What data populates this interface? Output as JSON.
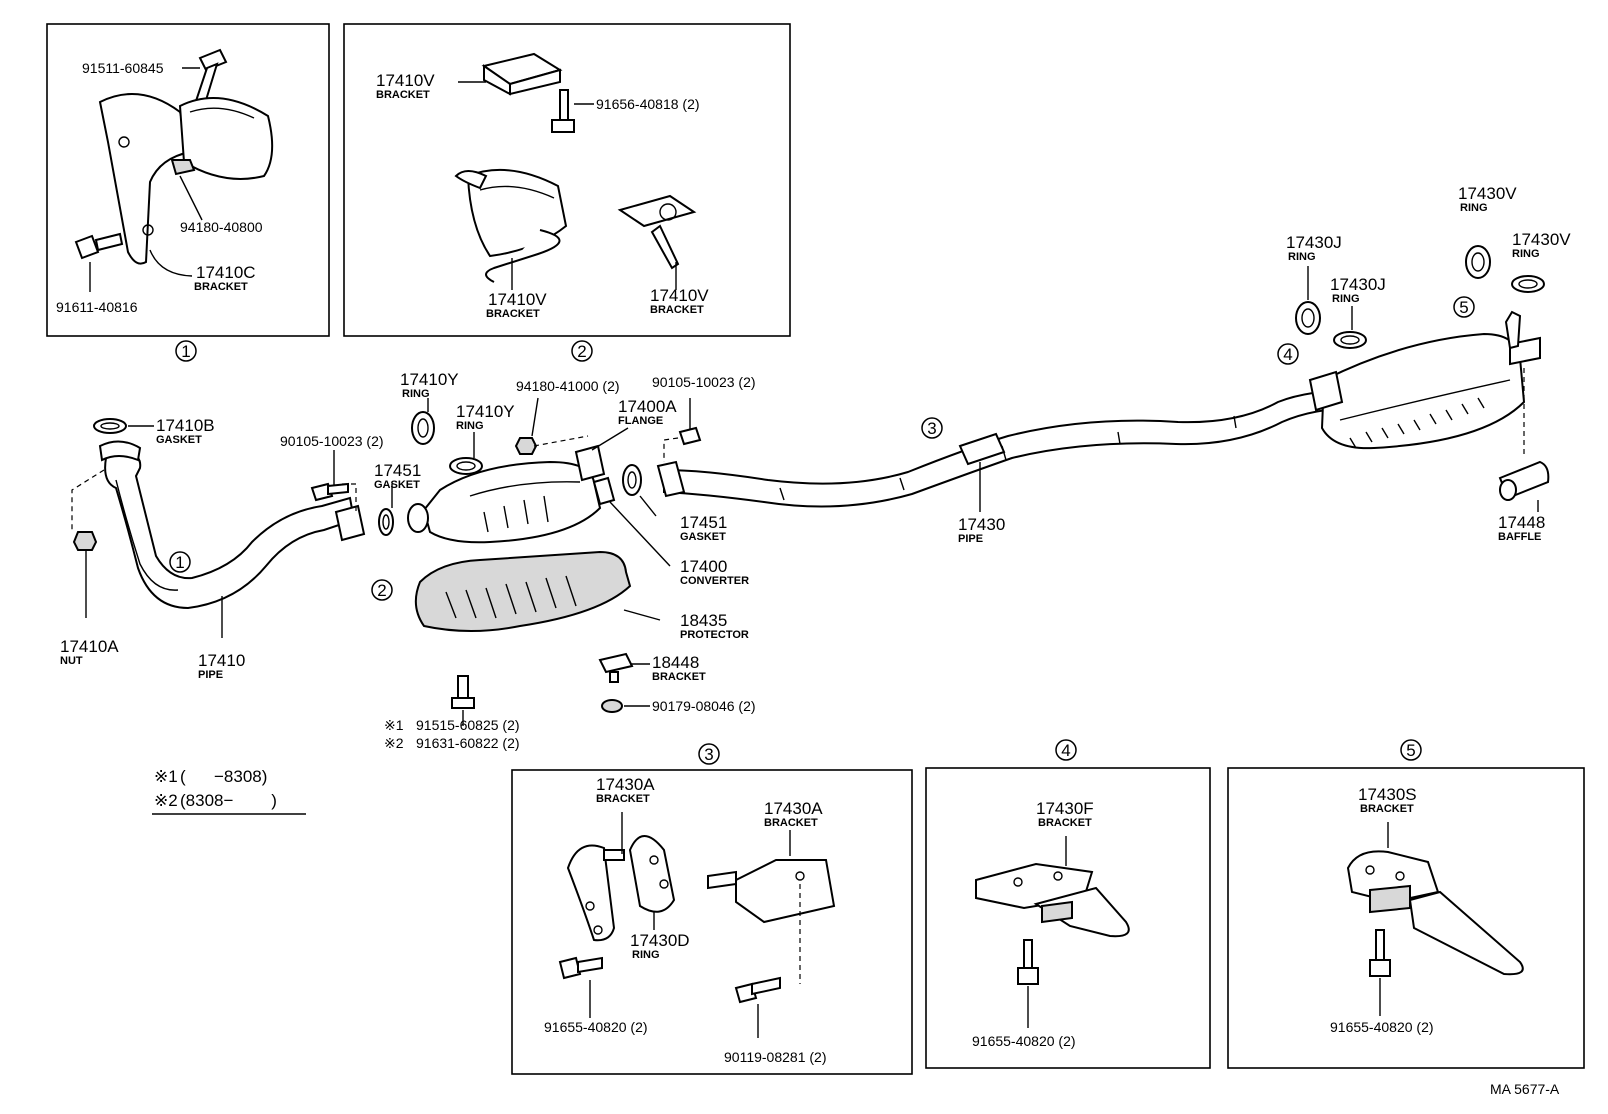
{
  "diagram_code": "MA 5677-A",
  "footnote": {
    "line1_mark": "※1",
    "line1_range": "(      −8308)",
    "line2_mark": "※2",
    "line2_range": "(8308−        )"
  },
  "circle_labels": [
    "1",
    "2",
    "3",
    "4",
    "5"
  ],
  "box1": {
    "p1": "91511-60845",
    "p2": "94180-40800",
    "p3_num": "17410C",
    "p3_name": "BRACKET",
    "p4": "91611-40816"
  },
  "box2": {
    "p1_num": "17410V",
    "p1_name": "BRACKET",
    "p2": "91656-40818 (2)",
    "p3_num": "17410V",
    "p3_name": "BRACKET",
    "p4_num": "17410V",
    "p4_name": "BRACKET"
  },
  "main": {
    "gasket_b_num": "17410B",
    "gasket_b_name": "GASKET",
    "bolt_left": "90105-10023 (2)",
    "ring_y1_num": "17410Y",
    "ring_y1_name": "RING",
    "ring_y2_num": "17410Y",
    "ring_y2_name": "RING",
    "nut_941": "94180-41000 (2)",
    "flange_num": "17400A",
    "flange_name": "FLANGE",
    "bolt_right": "90105-10023 (2)",
    "gasket1_num": "17451",
    "gasket1_name": "GASKET",
    "gasket2_num": "17451",
    "gasket2_name": "GASKET",
    "converter_num": "17400",
    "converter_name": "CONVERTER",
    "protector_num": "18435",
    "protector_name": "PROTECTOR",
    "bracket_18448_num": "18448",
    "bracket_18448_name": "BRACKET",
    "nut_90179": "90179-08046 (2)",
    "bolt_s1_mark": "※1",
    "bolt_s1": "91515-60825 (2)",
    "bolt_s2_mark": "※2",
    "bolt_s2": "91631-60822 (2)",
    "nut_num": "17410A",
    "nut_name": "NUT",
    "pipe_front_num": "17410",
    "pipe_front_name": "PIPE",
    "pipe_center_num": "17430",
    "pipe_center_name": "PIPE",
    "ring_j1_num": "17430J",
    "ring_j1_name": "RING",
    "ring_j2_num": "17430J",
    "ring_j2_name": "RING",
    "ring_v1_num": "17430V",
    "ring_v1_name": "RING",
    "ring_v2_num": "17430V",
    "ring_v2_name": "RING",
    "baffle_num": "17448",
    "baffle_name": "BAFFLE"
  },
  "box3": {
    "p1_num": "17430A",
    "p1_name": "BRACKET",
    "p2_num": "17430A",
    "p2_name": "BRACKET",
    "p3_num": "17430D",
    "p3_name": "RING",
    "p4": "91655-40820 (2)",
    "p5": "90119-08281 (2)"
  },
  "box4": {
    "p1_num": "17430F",
    "p1_name": "BRACKET",
    "p2": "91655-40820 (2)"
  },
  "box5": {
    "p1_num": "17430S",
    "p1_name": "BRACKET",
    "p2": "91655-40820 (2)"
  }
}
